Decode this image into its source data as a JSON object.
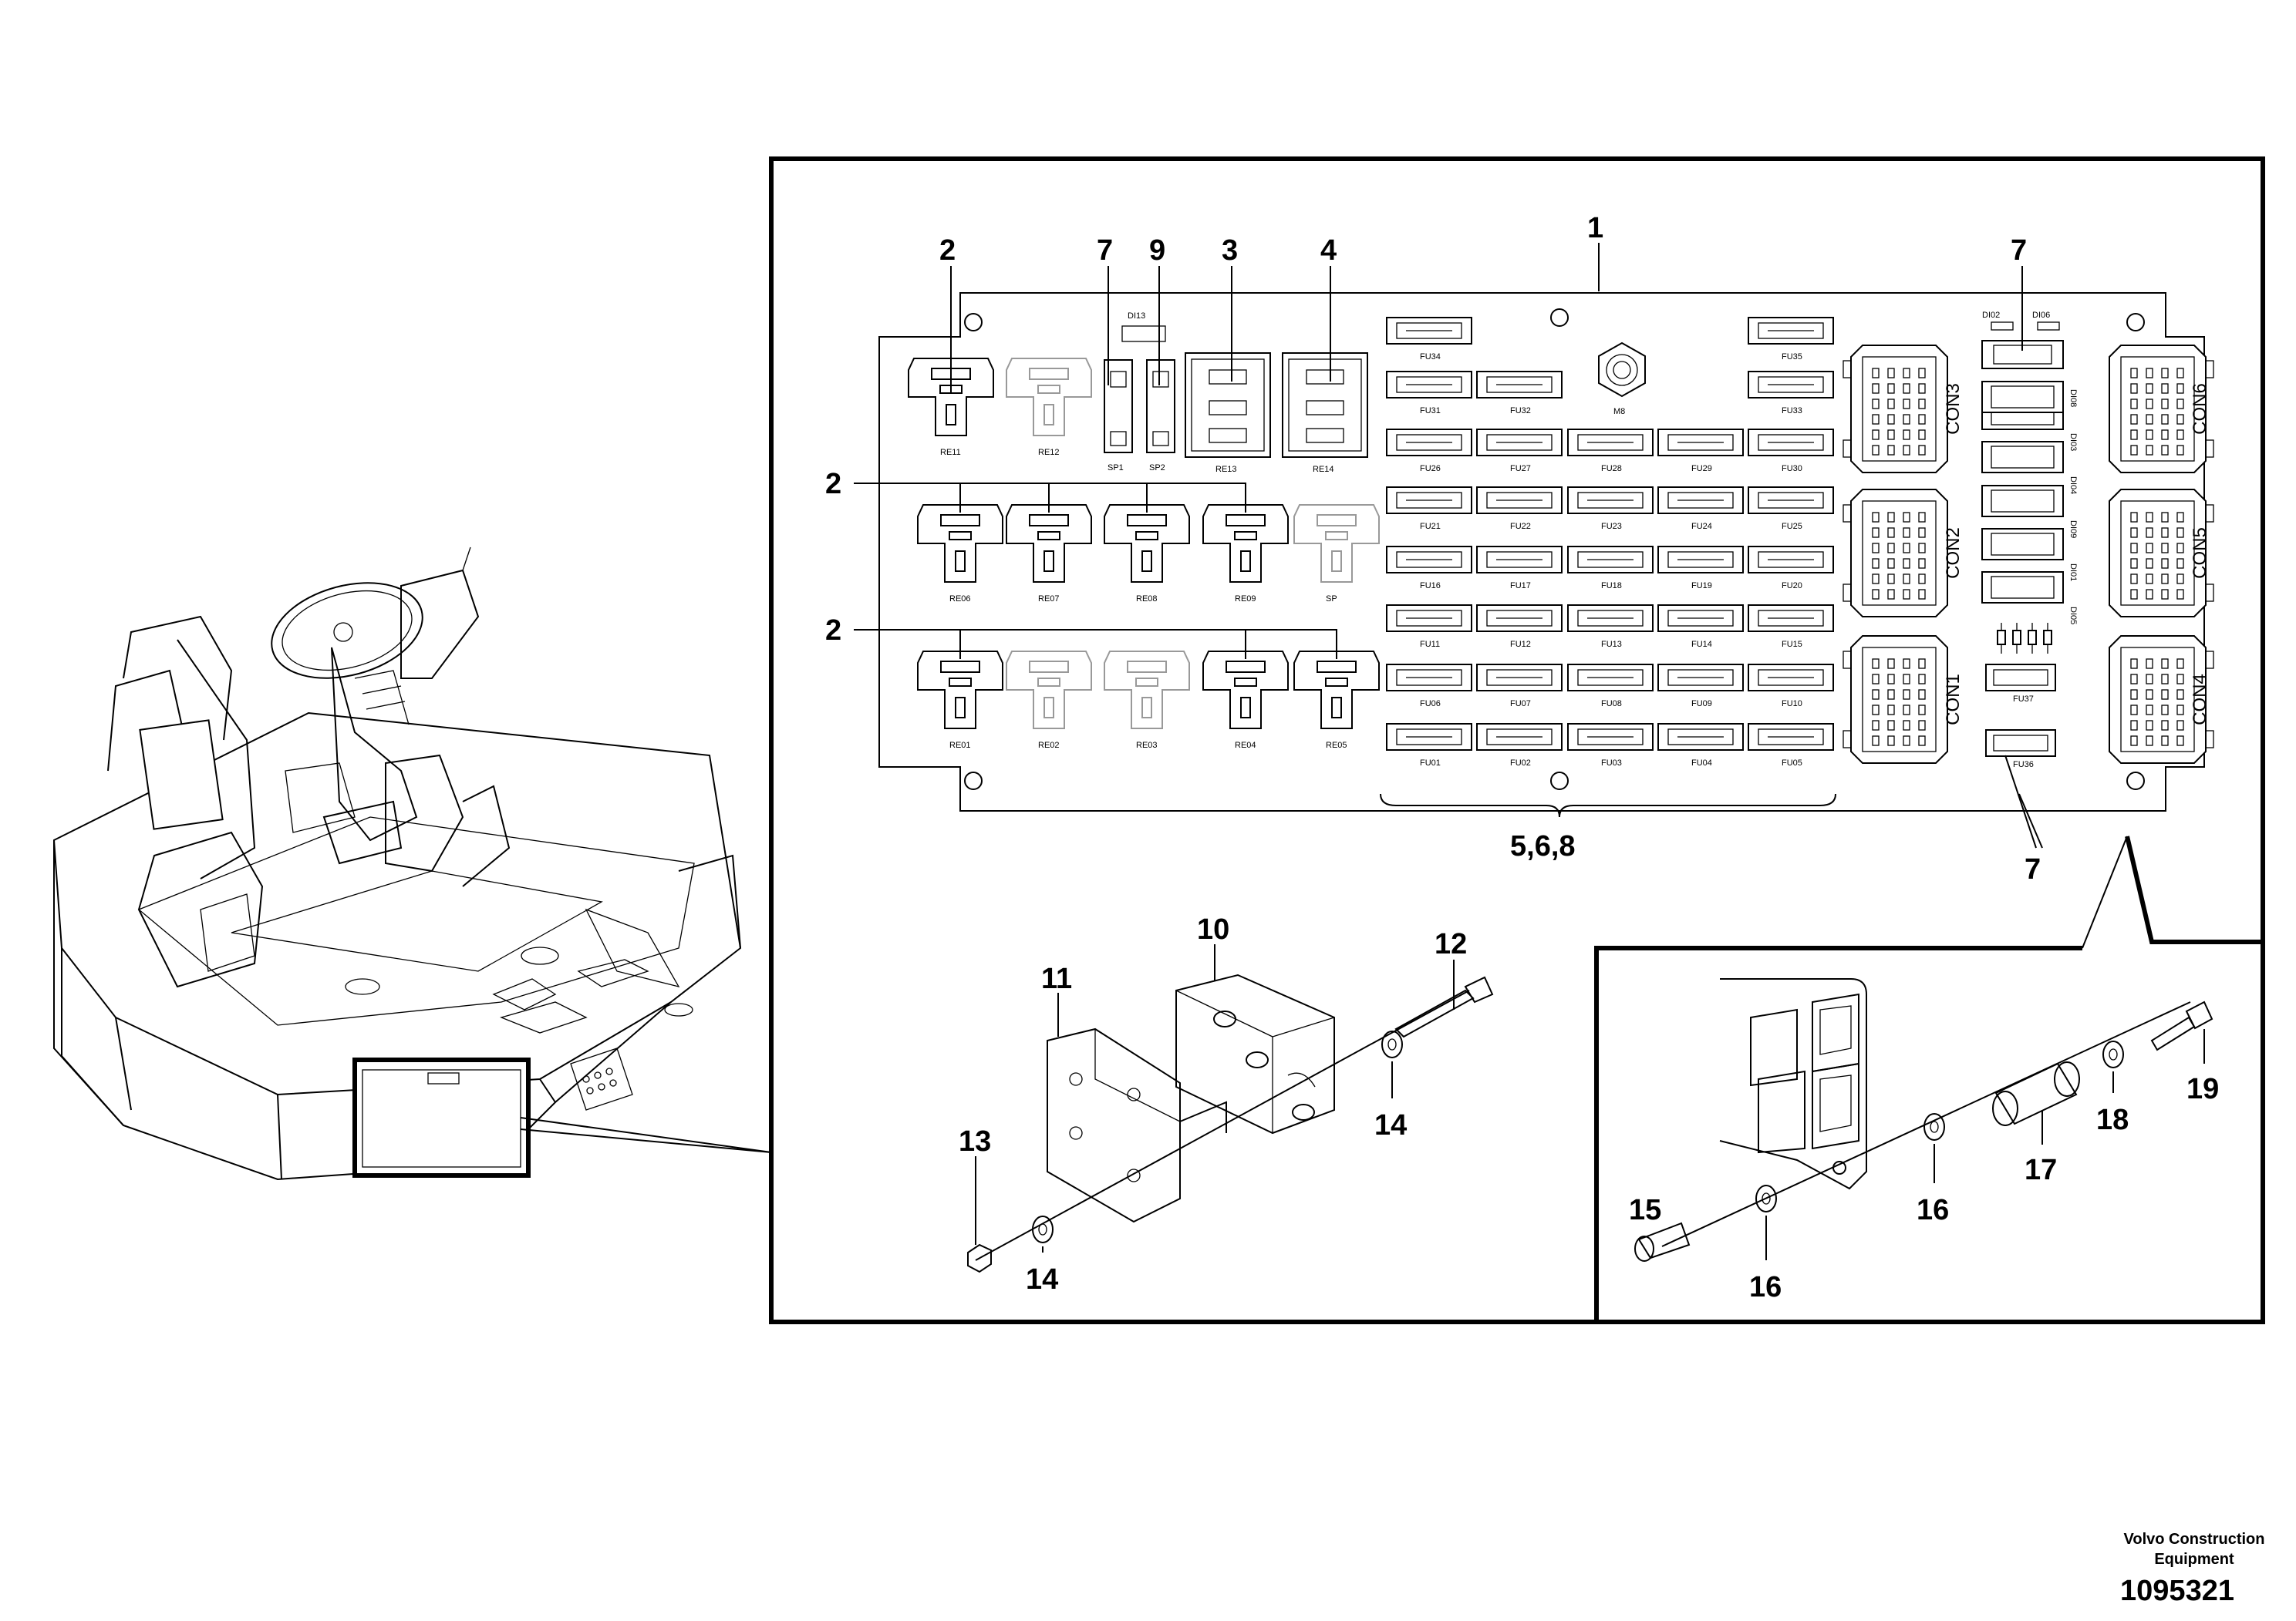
{
  "callouts": {
    "c1": "1",
    "c2a": "2",
    "c2b": "2",
    "c2c": "2",
    "c3": "3",
    "c4": "4",
    "c7a": "7",
    "c9": "9",
    "c7b": "7",
    "c7c": "7",
    "c568": "5,6,8",
    "c10": "10",
    "c11": "11",
    "c12": "12",
    "c13": "13",
    "c14a": "14",
    "c14b": "14",
    "c15": "15",
    "c16a": "16",
    "c16b": "16",
    "c17": "17",
    "c18": "18",
    "c19": "19"
  },
  "connectors": {
    "con1": "CON1",
    "con2": "CON2",
    "con3": "CON3",
    "con4": "CON4",
    "con5": "CON5",
    "con6": "CON6"
  },
  "relays": {
    "re11": "RE11",
    "re12": "RE12",
    "sp1": "SP1",
    "sp2": "SP2",
    "re13": "RE13",
    "re14": "RE14",
    "re06": "RE06",
    "re07": "RE07",
    "re08": "RE08",
    "re09": "RE09",
    "sp": "SP",
    "re01": "RE01",
    "re02": "RE02",
    "re03": "RE03",
    "re04": "RE04",
    "re05": "RE05",
    "di13": "DI13"
  },
  "fuses": {
    "fu34": "FU34",
    "fu35": "FU35",
    "fu31": "FU31",
    "fu32": "FU32",
    "fu33": "FU33",
    "fu26": "FU26",
    "fu27": "FU27",
    "fu28": "FU28",
    "fu29": "FU29",
    "fu30": "FU30",
    "fu21": "FU21",
    "fu22": "FU22",
    "fu23": "FU23",
    "fu24": "FU24",
    "fu25": "FU25",
    "fu16": "FU16",
    "fu17": "FU17",
    "fu18": "FU18",
    "fu19": "FU19",
    "fu20": "FU20",
    "fu11": "FU11",
    "fu12": "FU12",
    "fu13": "FU13",
    "fu14": "FU14",
    "fu15": "FU15",
    "fu06": "FU06",
    "fu07": "FU07",
    "fu08": "FU08",
    "fu09": "FU09",
    "fu10": "FU10",
    "fu01": "FU01",
    "fu02": "FU02",
    "fu03": "FU03",
    "fu04": "FU04",
    "fu05": "FU05",
    "fu36": "FU36",
    "fu37": "FU37",
    "m8": "M8"
  },
  "diodes": {
    "di02": "DI02",
    "di06": "DI06",
    "di08": "DI08",
    "di03": "DI03",
    "di04": "DI04",
    "di09": "DI09",
    "di01": "DI01",
    "di05": "DI05"
  },
  "footer": {
    "credit_line1": "Volvo Construction",
    "credit_line2": "Equipment",
    "doc_number": "1095321"
  }
}
